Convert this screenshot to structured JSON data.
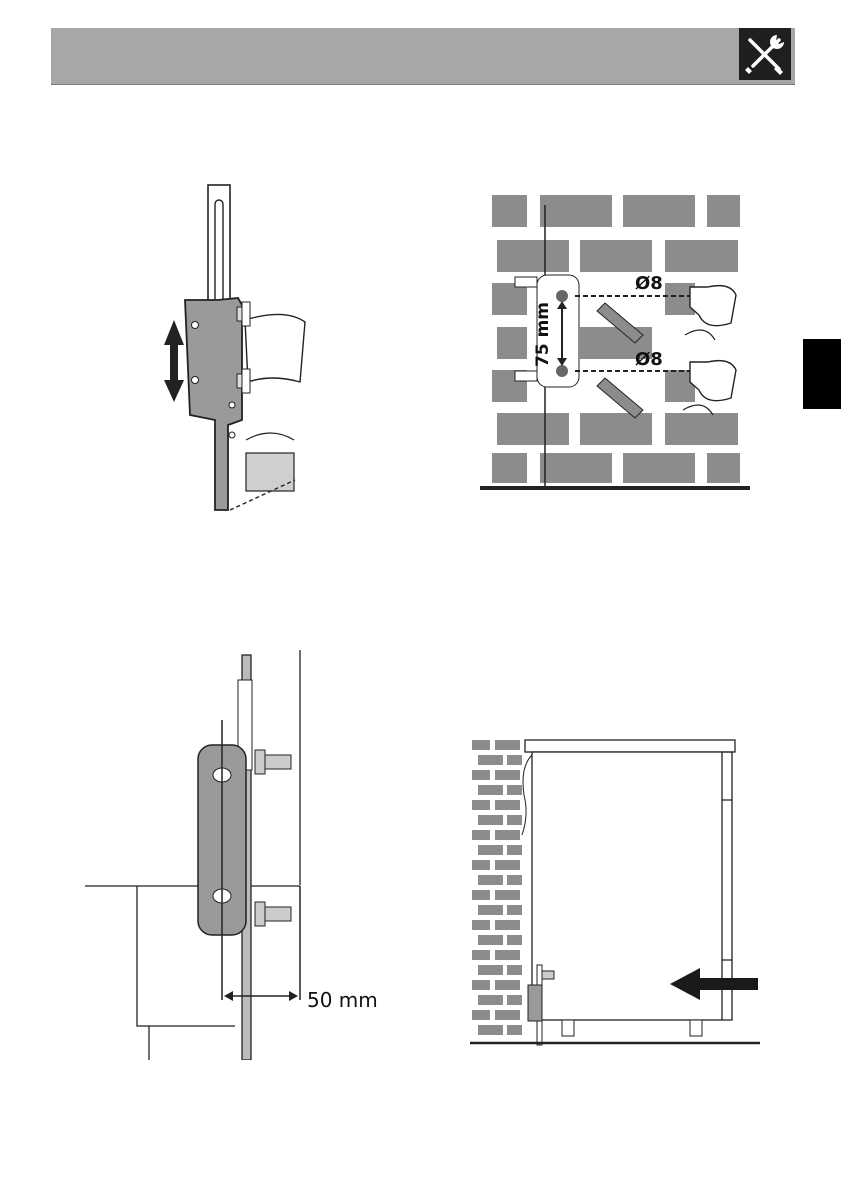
{
  "header": {
    "icon": "tools-icon"
  },
  "side_tab": {
    "color": "#000000"
  },
  "figures": {
    "wall_drilling": {
      "spacing_label": "75 mm",
      "hole_label_top": "Ø8",
      "hole_label_bottom": "Ø8"
    },
    "bracket_distance": {
      "distance_label": "50 mm"
    },
    "appliance_push": {
      "arrow": "arrow-left-icon"
    }
  },
  "colors": {
    "header": "#a7a7a7",
    "brick": "#8c8c8c",
    "bracket": "#999999"
  }
}
